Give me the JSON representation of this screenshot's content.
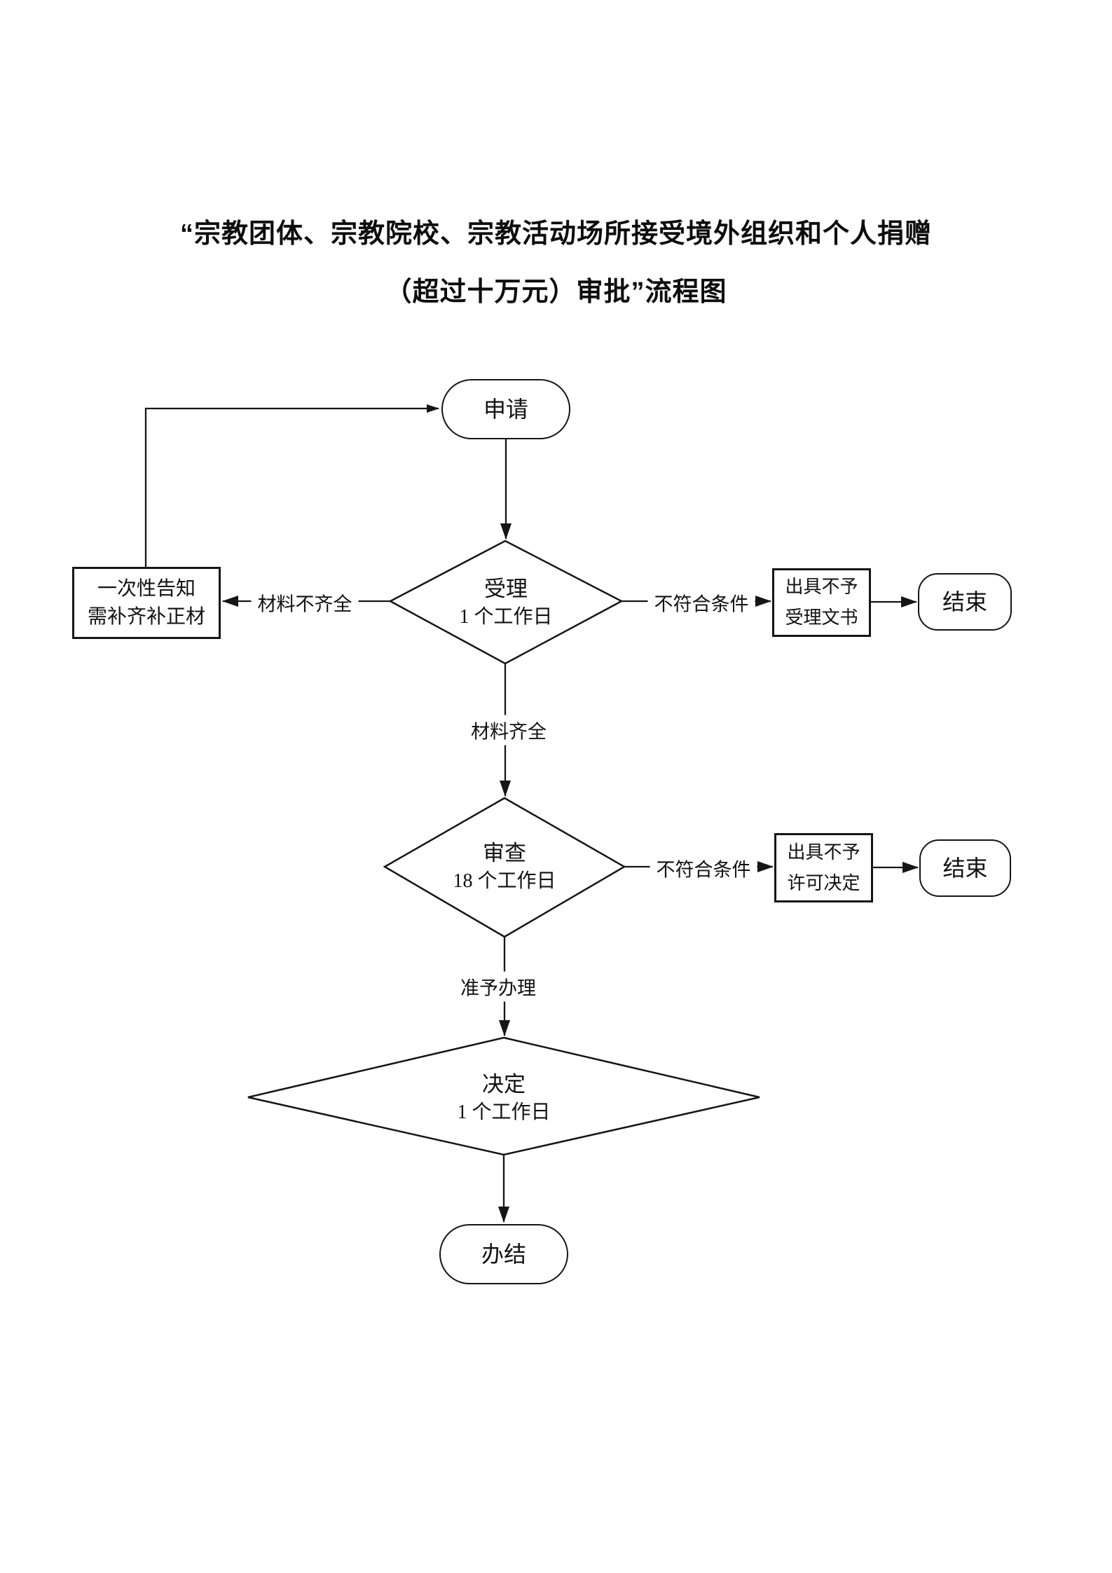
{
  "title": {
    "line1": "“宗教团体、宗教院校、宗教活动场所接受境外组织和个人捐赠",
    "line2": "（超过十万元）审批”流程图"
  },
  "nodes": {
    "apply": {
      "label": "申请"
    },
    "notify": {
      "line1": "一次性告知",
      "line2": "需补齐补正材"
    },
    "accept": {
      "title": "受理",
      "duration": "1 个工作日"
    },
    "reject_accept": {
      "line1": "出具不予",
      "line2": "受理文书"
    },
    "end_accept": {
      "label": "结束"
    },
    "review": {
      "title": "审查",
      "duration": "18 个工作日"
    },
    "reject_review": {
      "line1": "出具不予",
      "line2": "许可决定"
    },
    "end_review": {
      "label": "结束"
    },
    "decide": {
      "title": "决定",
      "duration": "1 个工作日"
    },
    "finish": {
      "label": "办结"
    }
  },
  "edge_labels": {
    "materials_incomplete": "材料不齐全",
    "materials_complete": "材料齐全",
    "not_meet_condition_1": "不符合条件",
    "not_meet_condition_2": "不符合条件",
    "approved": "准予办理"
  },
  "colors": {
    "line": "#151515",
    "background": "#ffffff"
  }
}
